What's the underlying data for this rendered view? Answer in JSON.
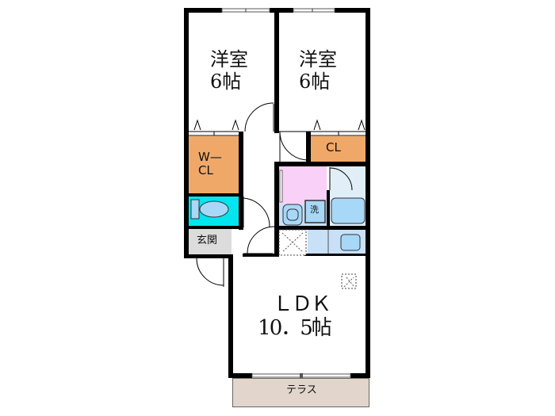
{
  "floorplan": {
    "rooms": {
      "western_room_left": {
        "name": "洋室",
        "size": "6帖"
      },
      "western_room_right": {
        "name": "洋室",
        "size": "6帖"
      },
      "walk_in_closet": {
        "line1": "W—",
        "line2": "CL"
      },
      "closet": {
        "label": "CL"
      },
      "entrance": {
        "label": "玄関"
      },
      "ldk": {
        "name": "ＬＤＫ",
        "size": "10．5帖"
      },
      "terrace": {
        "label": "テラス"
      },
      "washer": {
        "label": "洗"
      }
    },
    "colors": {
      "wall": "#000000",
      "closet": "#f0a868",
      "toilet": "#00e5ee",
      "entrance": "#dcdcdc",
      "washroom": "#f8d0f8",
      "bath": "#c8e0f8",
      "terrace": "#e2d6cc",
      "fixture": "#a8d8f8"
    }
  }
}
